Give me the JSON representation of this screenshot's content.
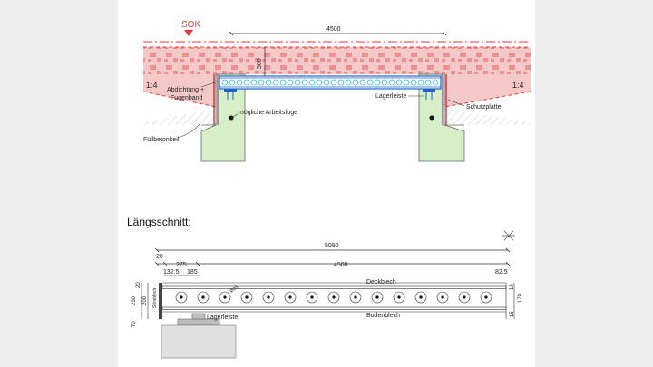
{
  "cross_section": {
    "sok_label": "SOK",
    "span_dim": "4500",
    "height_dim": "500",
    "slope_left": "1:4",
    "slope_right": "1:4",
    "label_seal_1": "Abdichtung +",
    "label_seal_2": "Fugenband",
    "label_joint": "mögliche Arbeitsfuge",
    "label_bearing": "Lagerleiste",
    "label_protection": "Schutzplatte",
    "label_fill": "Füllbetonkeil"
  },
  "longitudinal": {
    "title": "Längsschnitt:",
    "dim_total": "5090",
    "dim_clear": "4500",
    "dim_20": "20",
    "dim_275": "275",
    "dim_1325": "132.5",
    "dim_185": "185",
    "dim_825": "82.5",
    "dim_15_top": "15",
    "dim_15_bot": "15",
    "dim_170": "170",
    "dim_200": "200",
    "dim_230": "230",
    "dim_70": "70",
    "dim_20b": "20",
    "pipe_label": "Ø95",
    "label_deck": "Deckblech",
    "label_bottom": "Bodenblech",
    "label_bearing": "Lagerleiste",
    "label_endplate": "Stirnblech"
  },
  "colors": {
    "red": "#e53935",
    "pink_fill": "#f6c9c9",
    "blue": "#1e63c8",
    "cyan": "#26c6da",
    "green_concrete": "#d7efc9"
  }
}
